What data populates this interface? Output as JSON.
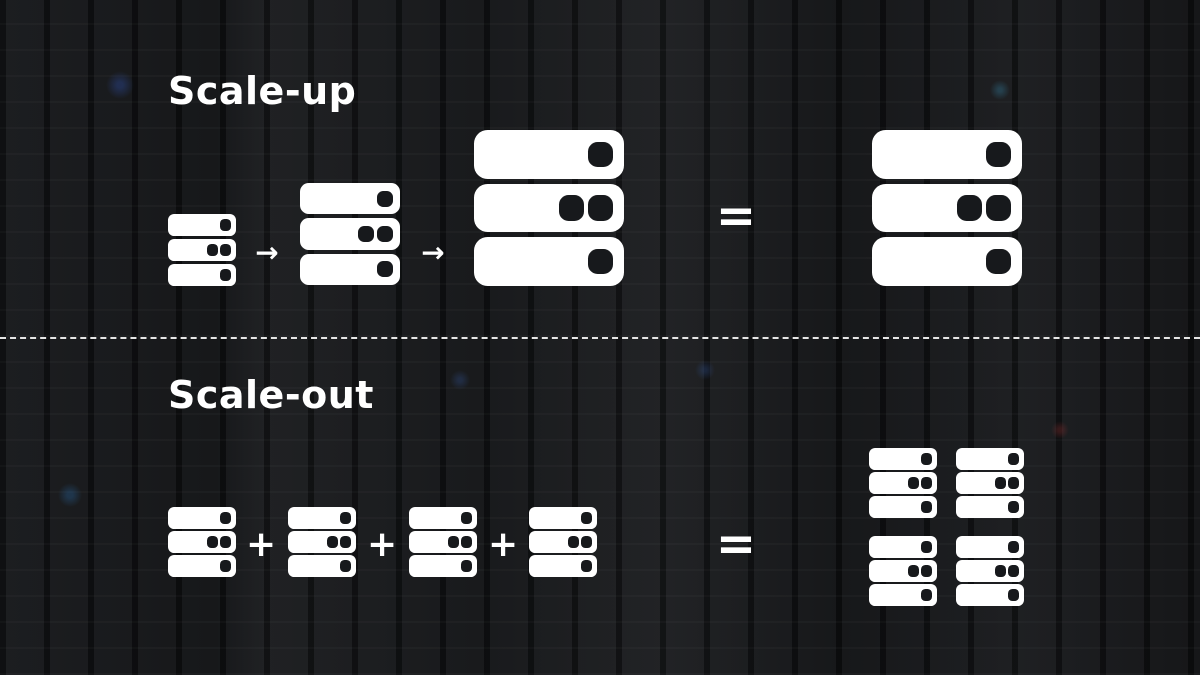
{
  "scale_up": {
    "title": "Scale-up",
    "steps": [
      "server-small",
      "server-medium",
      "server-large"
    ],
    "separator_symbol": "→",
    "equals_symbol": "=",
    "result": "server-large"
  },
  "scale_out": {
    "title": "Scale-out",
    "servers_added": 4,
    "separator_symbol": "+",
    "equals_symbol": "=",
    "result_count": 4
  },
  "colors": {
    "foreground": "#ffffff",
    "background": "#17191c",
    "divider": "#e6e6e6"
  },
  "icons": [
    "server-stack-icon",
    "arrow-right-icon",
    "plus-icon",
    "equals-icon"
  ]
}
